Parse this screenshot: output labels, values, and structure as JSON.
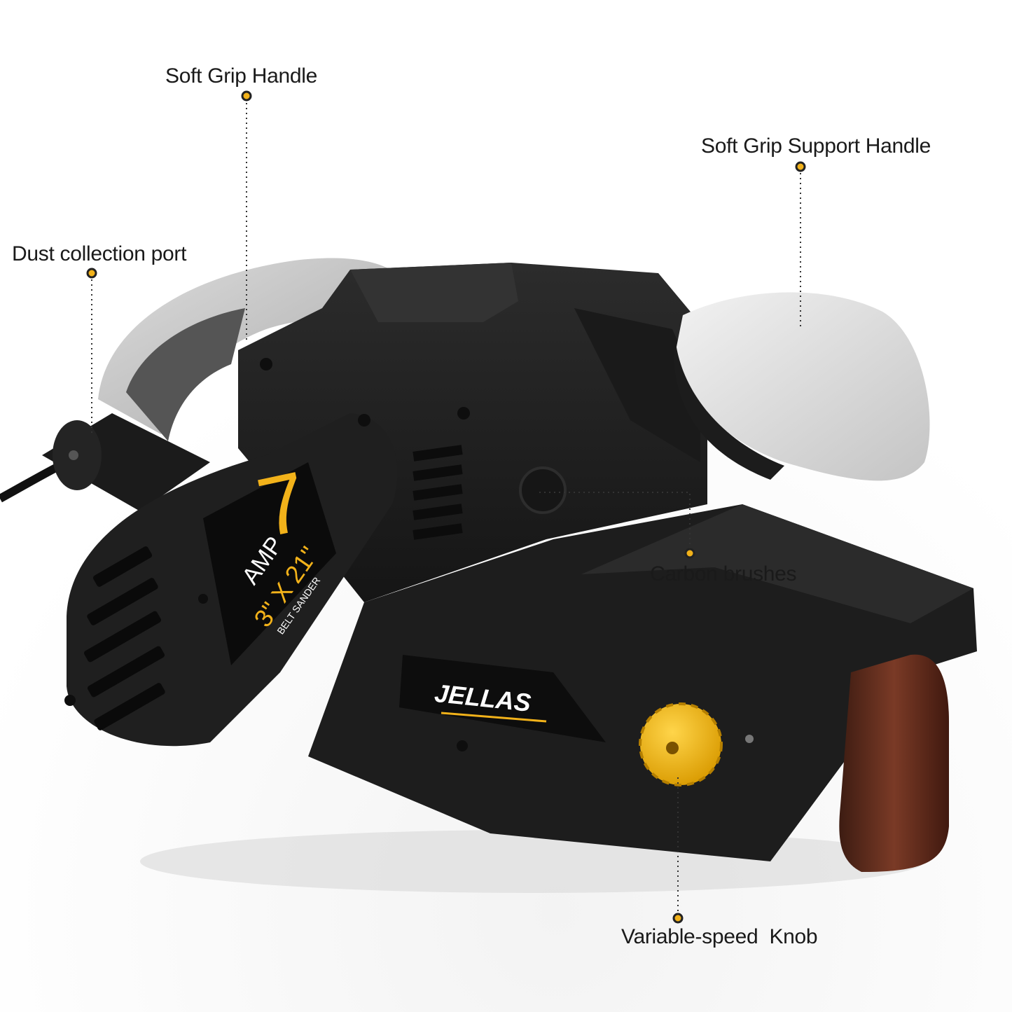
{
  "callouts": {
    "soft_grip_handle": "Soft Grip Handle",
    "soft_grip_support_handle": "Soft Grip Support Handle",
    "dust_collection_port": "Dust collection port",
    "carbon_brushes": "Carbon brushes",
    "variable_speed_knob": "Variable-speed  Knob"
  },
  "product": {
    "amp_value": "7",
    "amp_label": "AMP",
    "belt_size": "3\" X 21\"",
    "type_label": "BELT SANDER",
    "brand": "JELLAS"
  },
  "colors": {
    "accent": "#f2b21a",
    "body": "#1e1e1e",
    "grip": "#cfcfcf",
    "belt": "#5a2a1c"
  }
}
